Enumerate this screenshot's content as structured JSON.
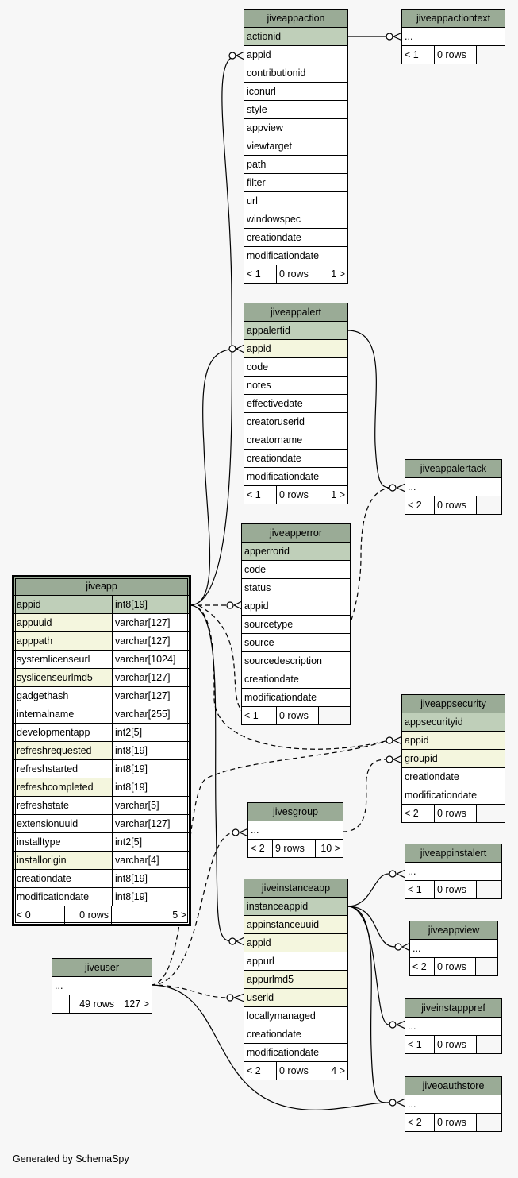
{
  "footer": "Generated by SchemaSpy",
  "tables": {
    "jiveappaction": {
      "title": "jiveappaction",
      "rows": [
        "actionid",
        "appid",
        "contributionid",
        "iconurl",
        "style",
        "appview",
        "viewtarget",
        "path",
        "filter",
        "url",
        "windowspec",
        "creationdate",
        "modificationdate"
      ],
      "footer": [
        "< 1",
        "0 rows",
        "1 >"
      ]
    },
    "jiveappactiontext": {
      "title": "jiveappactiontext",
      "rows": [
        "..."
      ],
      "footer": [
        "< 1",
        "0 rows",
        ""
      ]
    },
    "jiveappalert": {
      "title": "jiveappalert",
      "rows": [
        "appalertid",
        "appid",
        "code",
        "notes",
        "effectivedate",
        "creatoruserid",
        "creatorname",
        "creationdate",
        "modificationdate"
      ],
      "footer": [
        "< 1",
        "0 rows",
        "1 >"
      ]
    },
    "jiveappalertack": {
      "title": "jiveappalertack",
      "rows": [
        "..."
      ],
      "footer": [
        "< 2",
        "0 rows",
        ""
      ]
    },
    "jiveapperror": {
      "title": "jiveapperror",
      "rows": [
        "apperrorid",
        "code",
        "status",
        "appid",
        "sourcetype",
        "source",
        "sourcedescription",
        "creationdate",
        "modificationdate"
      ],
      "footer": [
        "< 1",
        "0 rows",
        ""
      ]
    },
    "jiveapp": {
      "title": "jiveapp",
      "rows": [
        [
          "appid",
          "int8[19]"
        ],
        [
          "appuuid",
          "varchar[127]"
        ],
        [
          "apppath",
          "varchar[127]"
        ],
        [
          "systemlicenseurl",
          "varchar[1024]"
        ],
        [
          "syslicenseurlmd5",
          "varchar[127]"
        ],
        [
          "gadgethash",
          "varchar[127]"
        ],
        [
          "internalname",
          "varchar[255]"
        ],
        [
          "developmentapp",
          "int2[5]"
        ],
        [
          "refreshrequested",
          "int8[19]"
        ],
        [
          "refreshstarted",
          "int8[19]"
        ],
        [
          "refreshcompleted",
          "int8[19]"
        ],
        [
          "refreshstate",
          "varchar[5]"
        ],
        [
          "extensionuuid",
          "varchar[127]"
        ],
        [
          "installtype",
          "int2[5]"
        ],
        [
          "installorigin",
          "varchar[4]"
        ],
        [
          "creationdate",
          "int8[19]"
        ],
        [
          "modificationdate",
          "int8[19]"
        ]
      ],
      "footer": [
        "< 0",
        "0 rows",
        "5 >"
      ]
    },
    "jiveappsecurity": {
      "title": "jiveappsecurity",
      "rows": [
        "appsecurityid",
        "appid",
        "groupid",
        "creationdate",
        "modificationdate"
      ],
      "footer": [
        "< 2",
        "0 rows",
        ""
      ]
    },
    "jivesgroup": {
      "title": "jivesgroup",
      "rows": [
        "..."
      ],
      "footer": [
        "< 2",
        "9 rows",
        "10 >"
      ]
    },
    "jiveappinstalert": {
      "title": "jiveappinstalert",
      "rows": [
        "..."
      ],
      "footer": [
        "< 1",
        "0 rows",
        ""
      ]
    },
    "jiveinstanceapp": {
      "title": "jiveinstanceapp",
      "rows": [
        "instanceappid",
        "appinstanceuuid",
        "appid",
        "appurl",
        "appurlmd5",
        "userid",
        "locallymanaged",
        "creationdate",
        "modificationdate"
      ],
      "footer": [
        "< 2",
        "0 rows",
        "4 >"
      ]
    },
    "jiveappview": {
      "title": "jiveappview",
      "rows": [
        "..."
      ],
      "footer": [
        "< 2",
        "0 rows",
        ""
      ]
    },
    "jiveuser": {
      "title": "jiveuser",
      "rows": [
        "..."
      ],
      "footer": [
        "",
        "49 rows",
        "127 >"
      ]
    },
    "jiveinstapppref": {
      "title": "jiveinstapppref",
      "rows": [
        "..."
      ],
      "footer": [
        "< 1",
        "0 rows",
        ""
      ]
    },
    "jiveoauthstore": {
      "title": "jiveoauthstore",
      "rows": [
        "..."
      ],
      "footer": [
        "< 2",
        "0 rows",
        ""
      ]
    }
  }
}
